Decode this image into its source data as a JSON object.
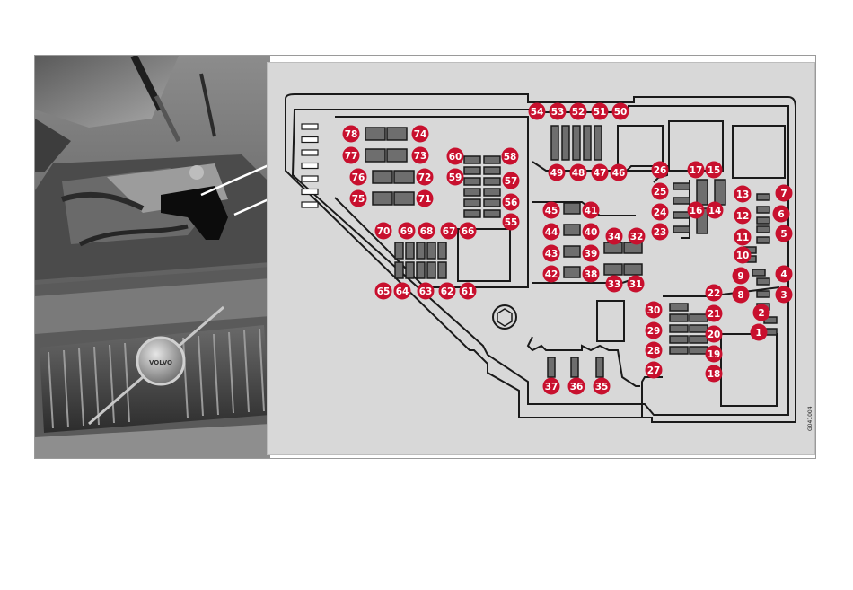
{
  "figure": {
    "image_code": "G041004",
    "photo": {
      "description_icon": "engine-bay-photo",
      "logo_text": "VOLVO"
    },
    "fuse_numbers": [
      "1",
      "2",
      "3",
      "4",
      "5",
      "6",
      "7",
      "8",
      "9",
      "10",
      "11",
      "12",
      "13",
      "14",
      "15",
      "16",
      "17",
      "18",
      "19",
      "20",
      "21",
      "22",
      "23",
      "24",
      "25",
      "26",
      "27",
      "28",
      "29",
      "30",
      "31",
      "32",
      "33",
      "34",
      "35",
      "36",
      "37",
      "38",
      "39",
      "40",
      "41",
      "42",
      "43",
      "44",
      "45",
      "46",
      "47",
      "48",
      "49",
      "50",
      "51",
      "52",
      "53",
      "54",
      "55",
      "56",
      "57",
      "58",
      "59",
      "60",
      "61",
      "62",
      "63",
      "64",
      "65",
      "66",
      "67",
      "68",
      "69",
      "70",
      "71",
      "72",
      "73",
      "74",
      "75",
      "76",
      "77",
      "78"
    ],
    "colors": {
      "badge": "#c8102e",
      "panel_bg": "#d8d8d8",
      "fuse_fill": "#6e6e6e",
      "outline": "#1a1a1a"
    }
  }
}
